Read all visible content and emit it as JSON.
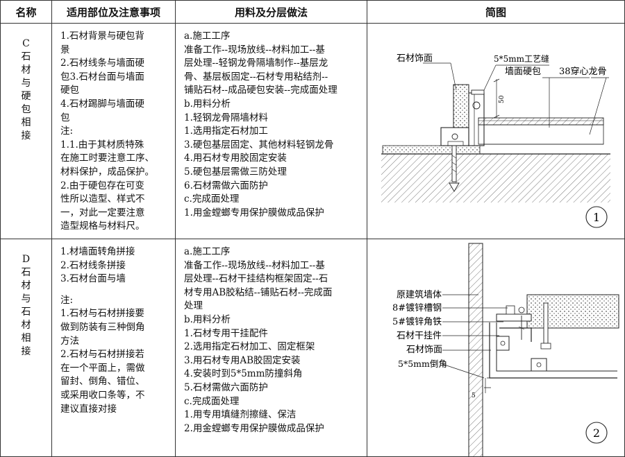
{
  "header": {
    "name": "名称",
    "application": "适用部位及注意事项",
    "materials": "用料及分层做法",
    "diagram": "简图"
  },
  "rows": [
    {
      "name": "C石材与硬包相接",
      "application": [
        "1.石材背景与硬包背",
        "景",
        "2.石材线条与墙面硬",
        "包3.石材台面与墙面",
        "硬包",
        "4.石材踢脚与墙面硬",
        "包",
        "注:",
        "1.1.由于其材质特殊",
        "在施工时要注意工序、",
        "材料保护，成品保护。",
        "2.由于硬包存在可变",
        "性所以造型、样式不",
        "一，对此一定要注意",
        "造型规格与材料尺。"
      ],
      "materials": [
        "a.施工工序",
        "准备工作--现场放线--材料加工--基",
        "层处理--轻钢龙骨隔墙制作--基层龙",
        "骨、基层板固定--石材专用粘结剂--",
        "铺贴石材--成品硬包安装--完成面处理",
        "b.用料分析",
        "1.轻钢龙骨隔墙材料",
        "1.选用指定石材加工",
        "3.硬包基层固定、其他材料轻钢龙骨",
        "4.用石材专用胶固定安装",
        "5.硬包基层需做三防处理",
        "6.石材需做六面防护",
        "c.完成面处理",
        "1.用金螳螂专用保护膜做成品保护"
      ],
      "diagram": {
        "labels": {
          "stone": "石材饰面",
          "groove": "5*5mm工艺缝",
          "hardpack": "墙面硬包",
          "keel": "38穿心龙骨",
          "dim": "50"
        },
        "number": "1"
      }
    },
    {
      "name": "D石材与石材相接",
      "application": [
        "1.材墙面转角拼接",
        "2.石材线条拼接",
        "3.石材台面与墙",
        "",
        "注:",
        "1.石材与石材拼接要",
        "做到防装有三种倒角",
        "方法",
        "2.石材与石材拼接若",
        "在一个平面上，需做",
        "留封、倒角、错位、",
        "或采用收口条等，不",
        "建议直接对接"
      ],
      "materials": [
        "a.施工工序",
        "准备工作--现场放线--材料加工--基",
        "层处理--石材干挂结构框架固定--石",
        "材专用AB胶粘结--铺贴石材--完成面",
        "处理",
        "b.用料分析",
        "1.石材专用干挂配件",
        "2.选用指定石材加工、固定框架",
        "3.用石材专用AB胶固定安装",
        "4.安装时到5*5mm防撞斜角",
        "5.石材需做六面防护",
        "c.完成面处理",
        "1.用专用填缝剂擦缝、保洁",
        "2.用金螳螂专用保护膜做成品保护"
      ],
      "diagram": {
        "labels": {
          "wall": "原建筑墙体",
          "channel": "8#镀锌槽钢",
          "angle": "5#镀锌角铁",
          "hanger": "石材干挂件",
          "stone": "石材饰面",
          "chamfer": "5*5mm倒角",
          "dim": "5"
        },
        "number": "2"
      }
    }
  ]
}
